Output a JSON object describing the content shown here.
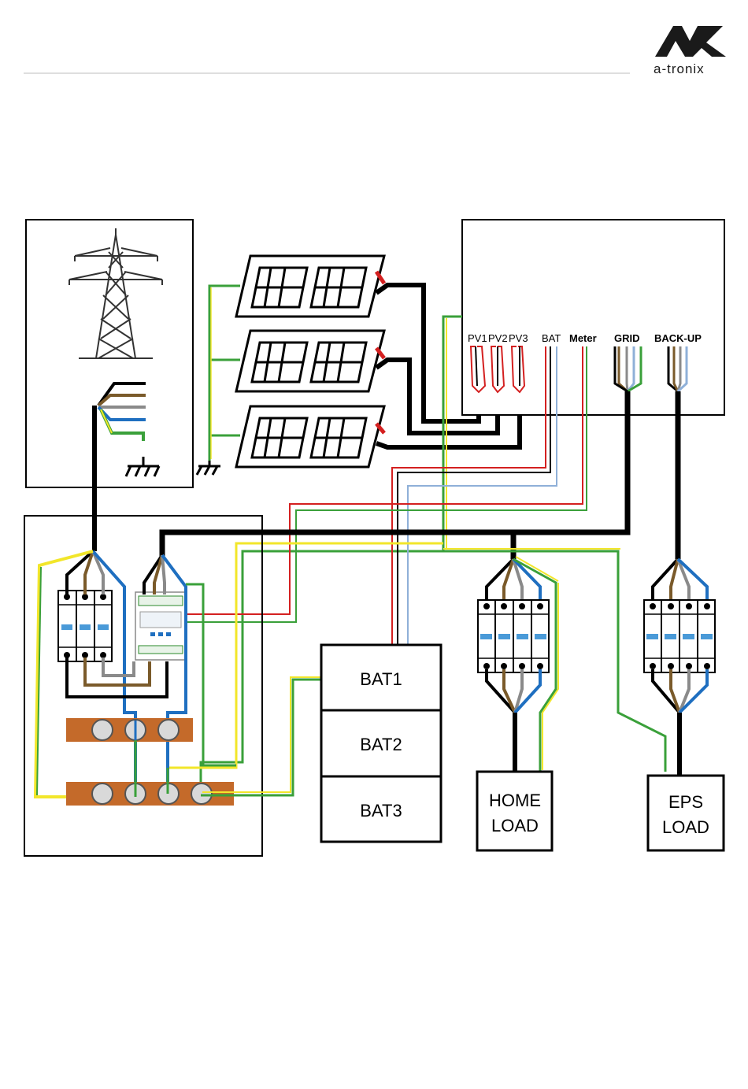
{
  "brand": {
    "logo_mark": "AX",
    "logo_text": "a-tronix"
  },
  "inverter": {
    "ports": [
      "PV1",
      "PV2",
      "PV3",
      "BAT",
      "Meter",
      "GRID",
      "BACK-UP"
    ]
  },
  "battery_stack": [
    "BAT1",
    "BAT2",
    "BAT3"
  ],
  "home_load": {
    "line1": "HOME",
    "line2": "LOAD"
  },
  "eps_load": {
    "line1": "EPS",
    "line2": "LOAD"
  },
  "icons": [
    "pylon-icon",
    "solar-panel-icon",
    "ground-icon",
    "breaker-icon",
    "energy-meter-icon",
    "busbar-icon"
  ],
  "colors": {
    "live": "#000000",
    "brown": "#7a5a2a",
    "grey": "#8a8a8a",
    "neutral_blue": "#1f6fc0",
    "earth_green": "#3aa03a",
    "earth_yellow": "#f2e62a",
    "dc_positive": "#d42020",
    "comm_blue": "#8fb0d8",
    "busbar": "#c46a2a"
  }
}
